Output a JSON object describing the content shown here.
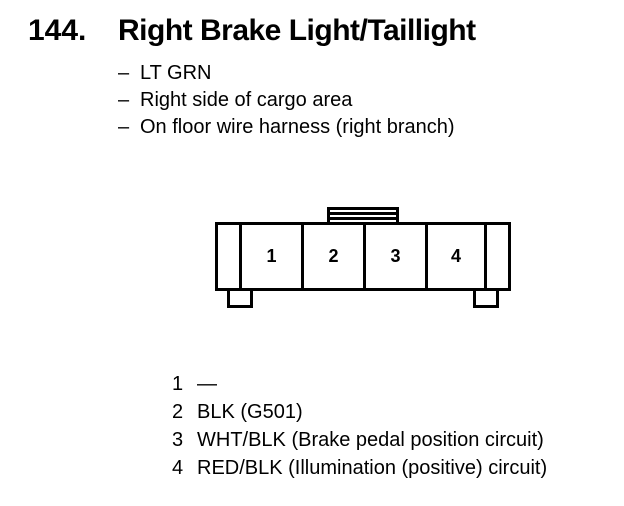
{
  "page": {
    "number": "144.",
    "title": "Right Brake Light/Taillight",
    "bullet": "–",
    "notes": [
      "LT GRN",
      "Right side of cargo area",
      "On floor wire harness (right branch)"
    ]
  },
  "connector": {
    "pins": [
      "1",
      "2",
      "3",
      "4"
    ]
  },
  "pinout": [
    {
      "pin": "1",
      "desc": "—"
    },
    {
      "pin": "2",
      "desc": "BLK (G501)"
    },
    {
      "pin": "3",
      "desc": "WHT/BLK (Brake pedal position circuit)"
    },
    {
      "pin": "4",
      "desc": "RED/BLK (Illumination (positive) circuit)"
    }
  ],
  "colors": {
    "ink": "#000000",
    "background": "#ffffff"
  }
}
